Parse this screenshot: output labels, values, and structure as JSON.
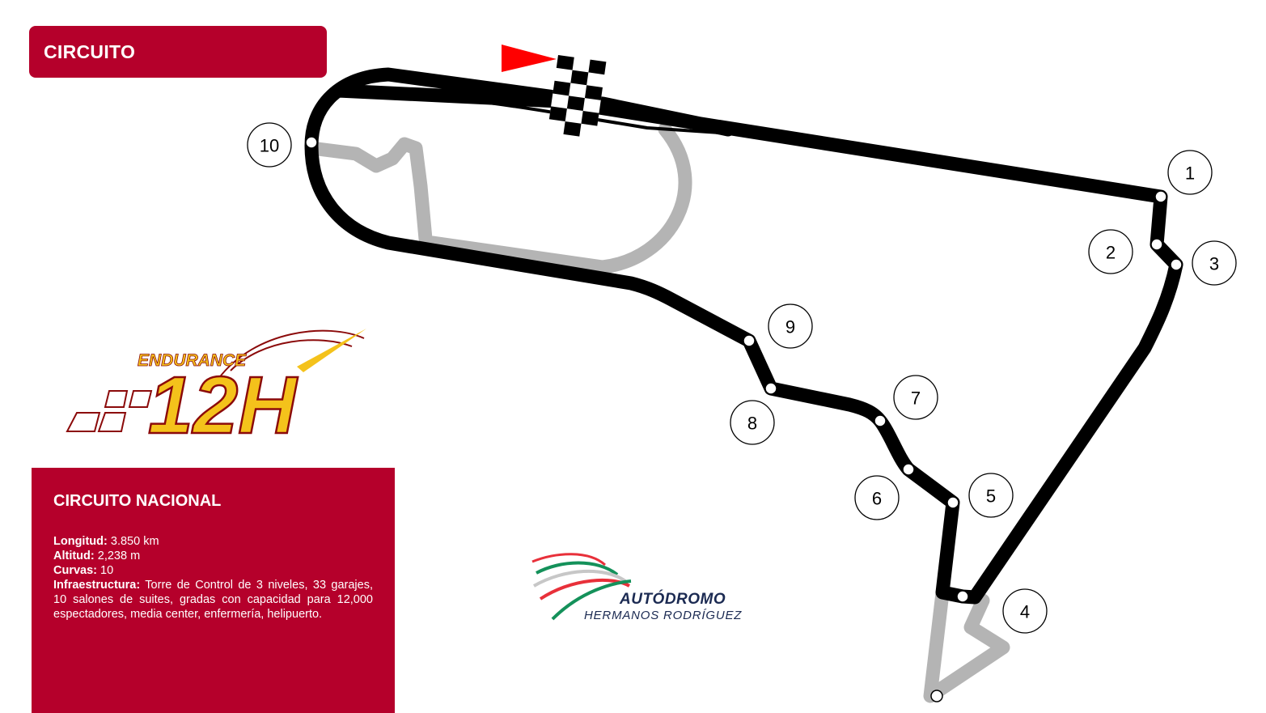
{
  "header": {
    "title": "CIRCUITO"
  },
  "logo": {
    "endurance_text": "ENDURANCE",
    "hours_text": "12H"
  },
  "info": {
    "title": "CIRCUITO NACIONAL",
    "lines": [
      {
        "label": "Longitud:",
        "value": "3.850 km"
      },
      {
        "label": "Altitud:",
        "value": "2,238 m"
      },
      {
        "label": "Curvas:",
        "value": "10"
      },
      {
        "label": "Infraestructura:",
        "value": "Torre de Control de 3 niveles, 33 garajes, 10 salones de suites, gradas con capacidad para 12,000 espectadores, media center, enfermería, helipuerto."
      }
    ]
  },
  "map": {
    "turns": [
      "1",
      "2",
      "3",
      "4",
      "5",
      "6",
      "7",
      "8",
      "9",
      "10"
    ],
    "colors": {
      "track": "#000000",
      "unused_track": "#b4b4b4",
      "flag": "#ff0000",
      "brand": "#b5002b"
    }
  },
  "sponsor": {
    "line1": "AUTÓDROMO",
    "line2": "HERMANOS RODRÍGUEZ"
  }
}
